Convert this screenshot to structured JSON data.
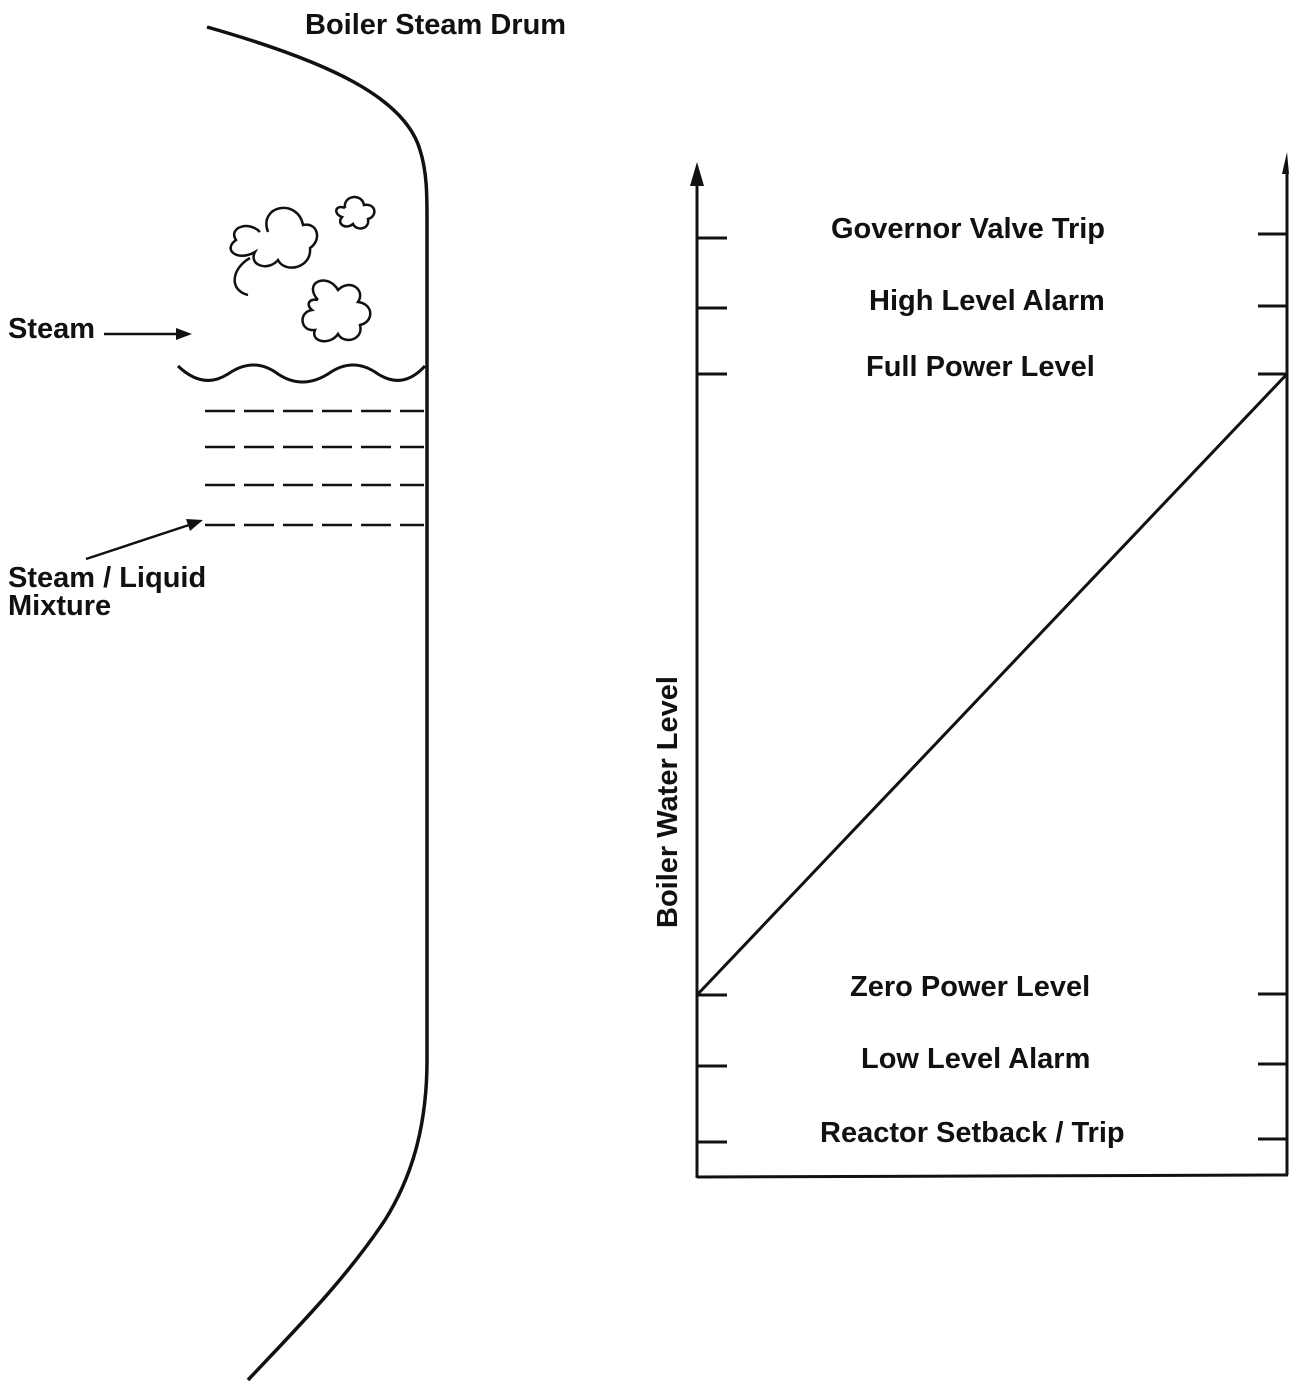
{
  "drum": {
    "title": "Boiler Steam Drum",
    "steam_label": "Steam",
    "mixture_label_line1": "Steam / Liquid",
    "mixture_label_line2": "Mixture"
  },
  "graph": {
    "y_axis_label": "Boiler Water Level",
    "levels": [
      "Governor Valve Trip",
      "High Level Alarm",
      "Full Power Level",
      "Zero Power Level",
      "Low Level Alarm",
      "Reactor Setback / Trip"
    ]
  },
  "colors": {
    "ink": "#111111",
    "background": "#ffffff"
  }
}
